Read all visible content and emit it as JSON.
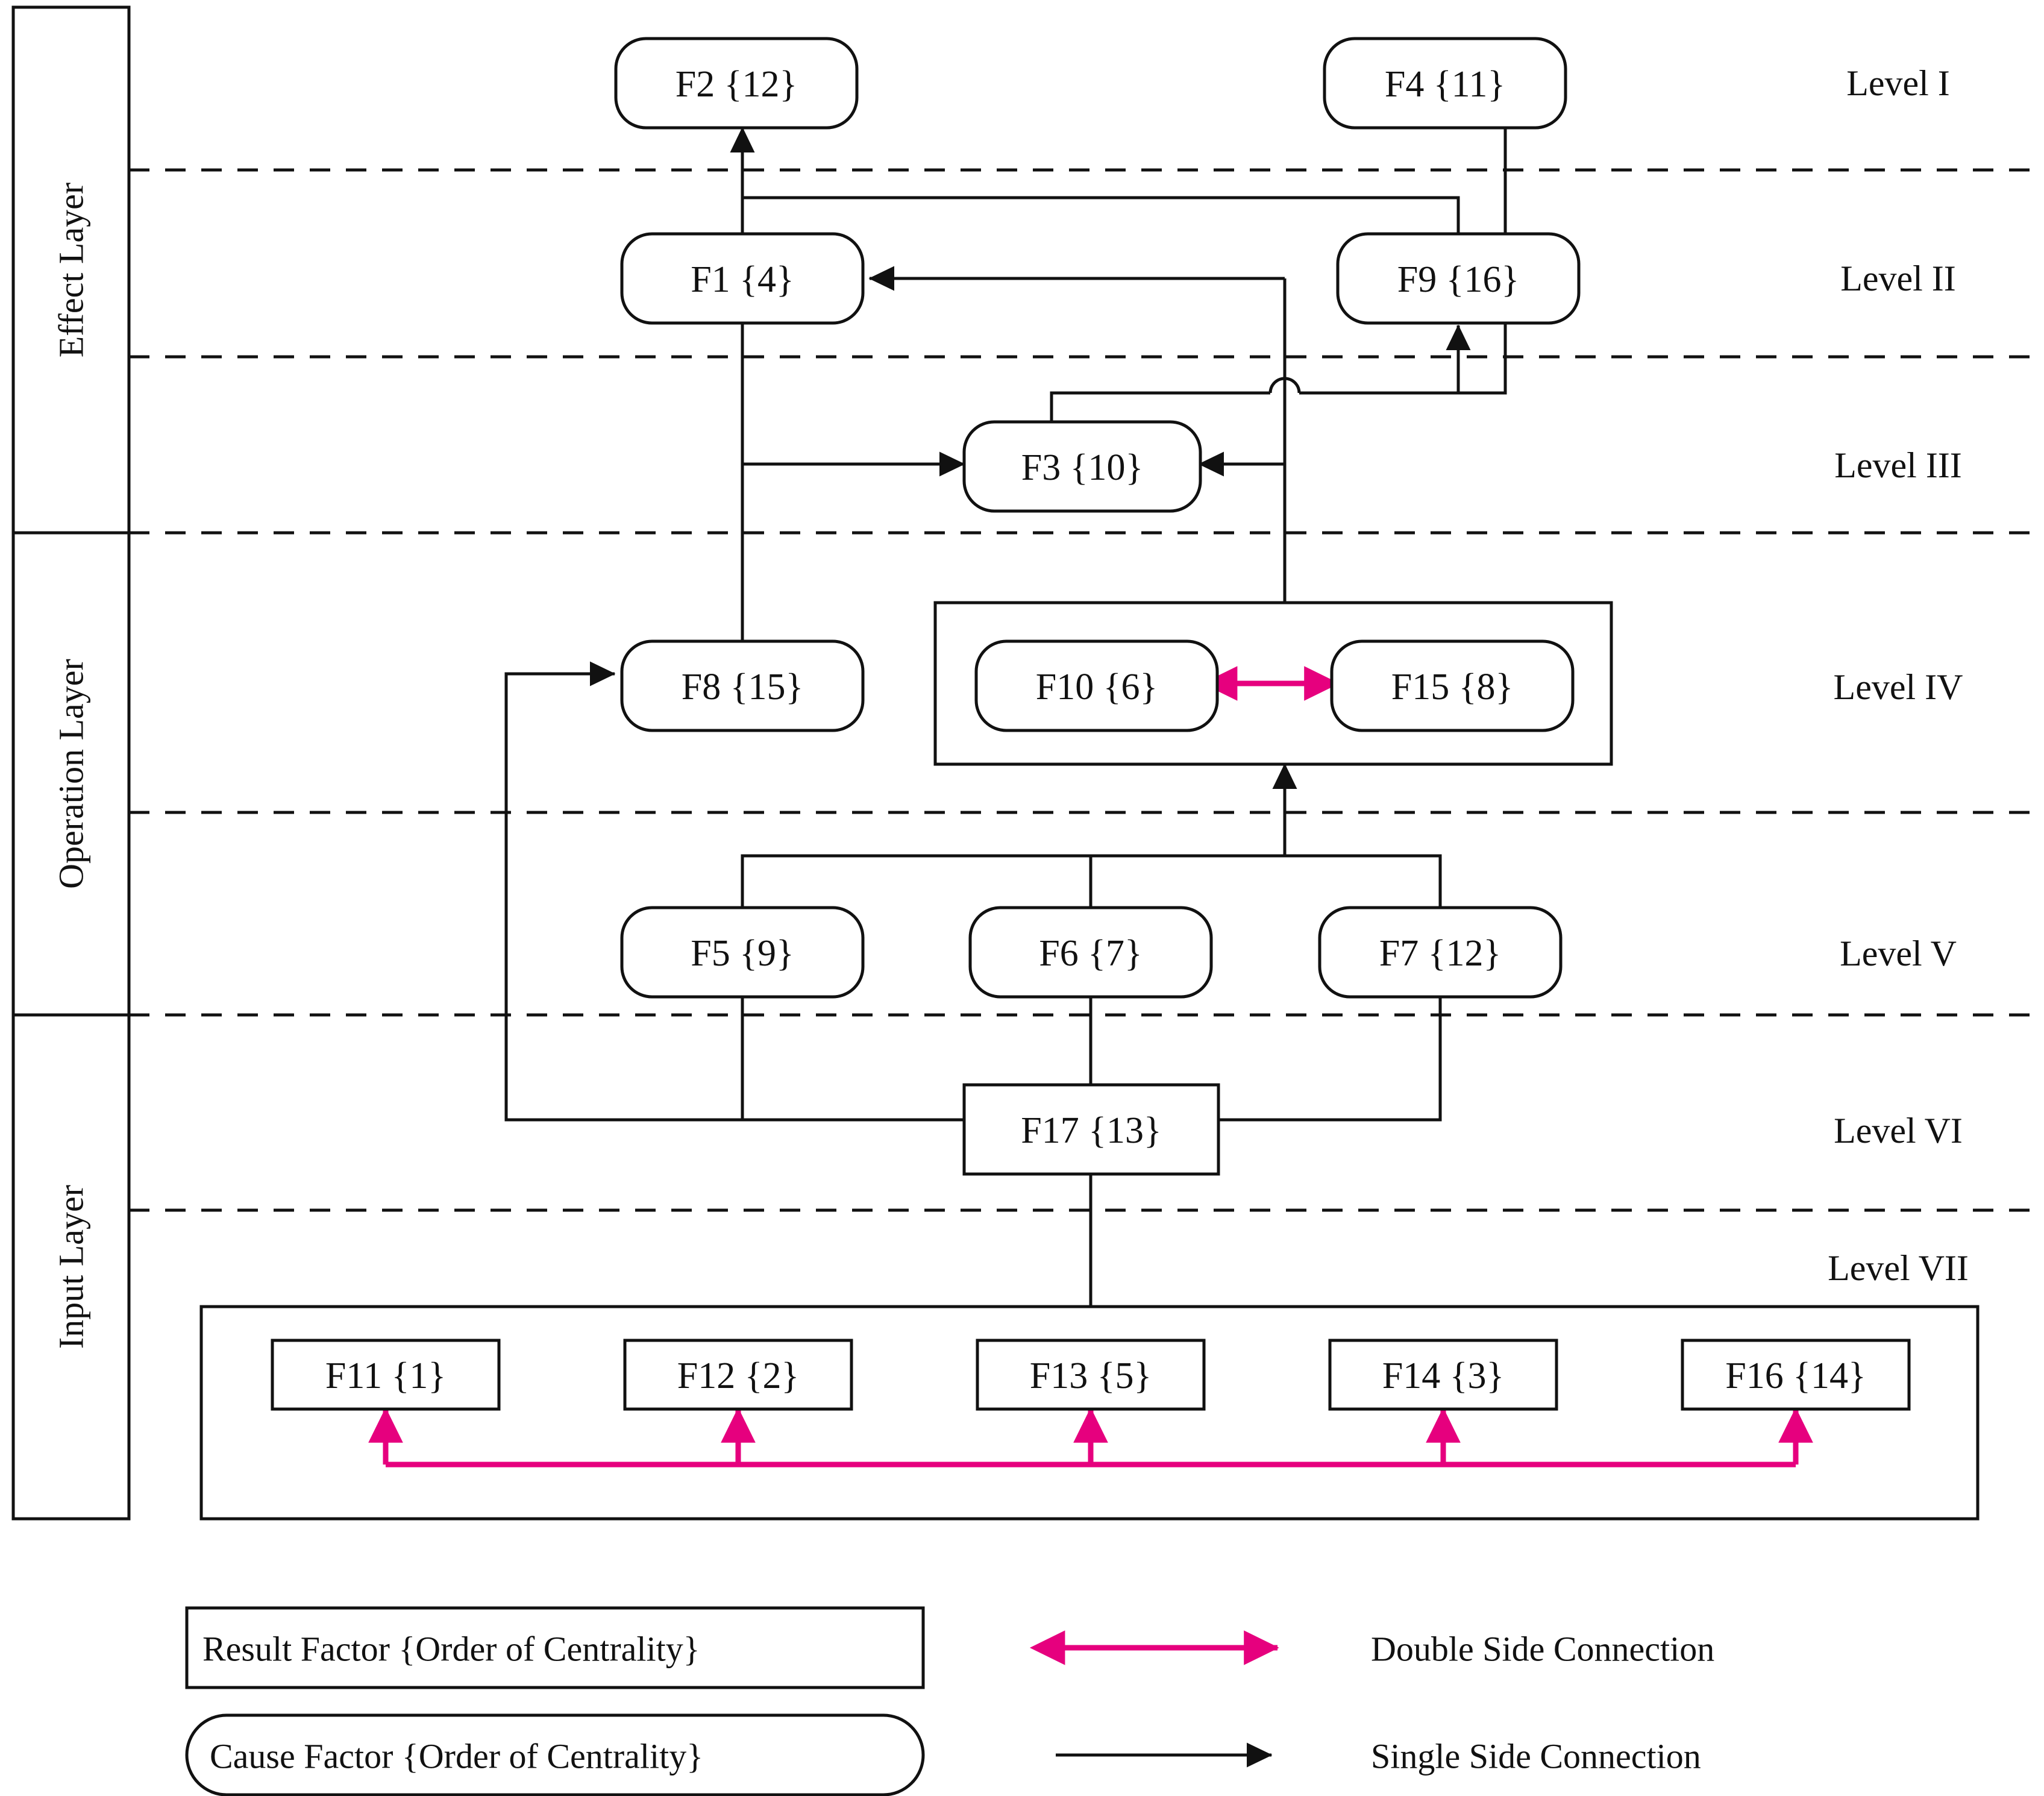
{
  "layers": [
    {
      "id": "effect",
      "label": "Effect Layer"
    },
    {
      "id": "operation",
      "label": "Operation Layer"
    },
    {
      "id": "input",
      "label": "Input Layer"
    }
  ],
  "levels": [
    {
      "id": "l1",
      "label": "Level I"
    },
    {
      "id": "l2",
      "label": "Level II"
    },
    {
      "id": "l3",
      "label": "Level III"
    },
    {
      "id": "l4",
      "label": "Level IV"
    },
    {
      "id": "l5",
      "label": "Level V"
    },
    {
      "id": "l6",
      "label": "Level VI"
    },
    {
      "id": "l7",
      "label": "Level VII"
    }
  ],
  "nodes": [
    {
      "id": "F2",
      "label": "F2 {12}",
      "shape": "rounded",
      "level": "l1"
    },
    {
      "id": "F4",
      "label": "F4 {11}",
      "shape": "rounded",
      "level": "l1"
    },
    {
      "id": "F1",
      "label": "F1 {4}",
      "shape": "rounded",
      "level": "l2"
    },
    {
      "id": "F9",
      "label": "F9 {16}",
      "shape": "rounded",
      "level": "l2"
    },
    {
      "id": "F3",
      "label": "F3 {10}",
      "shape": "rounded",
      "level": "l3"
    },
    {
      "id": "F8",
      "label": "F8 {15}",
      "shape": "rounded",
      "level": "l4"
    },
    {
      "id": "F10",
      "label": "F10 {6}",
      "shape": "rounded",
      "level": "l4"
    },
    {
      "id": "F15",
      "label": "F15 {8}",
      "shape": "rounded",
      "level": "l4"
    },
    {
      "id": "F5",
      "label": "F5 {9}",
      "shape": "rounded",
      "level": "l5"
    },
    {
      "id": "F6",
      "label": "F6 {7}",
      "shape": "rounded",
      "level": "l5"
    },
    {
      "id": "F7",
      "label": "F7 {12}",
      "shape": "rounded",
      "level": "l5"
    },
    {
      "id": "F17",
      "label": "F17 {13}",
      "shape": "rect",
      "level": "l6"
    },
    {
      "id": "F11",
      "label": "F11 {1}",
      "shape": "rect",
      "level": "l7"
    },
    {
      "id": "F12",
      "label": "F12 {2}",
      "shape": "rect",
      "level": "l7"
    },
    {
      "id": "F13",
      "label": "F13 {5}",
      "shape": "rect",
      "level": "l7"
    },
    {
      "id": "F14",
      "label": "F14 {3}",
      "shape": "rect",
      "level": "l7"
    },
    {
      "id": "F16",
      "label": "F16 {14}",
      "shape": "rect",
      "level": "l7"
    }
  ],
  "edges": [
    {
      "from": "F1",
      "to": "F2",
      "type": "single"
    },
    {
      "from": "F9",
      "to": "F2",
      "type": "single"
    },
    {
      "from": "F9",
      "to": "F1",
      "type": "single"
    },
    {
      "from": "F3",
      "to": "F1",
      "type": "single"
    },
    {
      "from": "F8",
      "to": "F1",
      "type": "single"
    },
    {
      "from": "F8",
      "to": "F3",
      "type": "single"
    },
    {
      "from": "F10-group",
      "to": "F3",
      "type": "single"
    },
    {
      "from": "F10-group",
      "to": "F9",
      "type": "single"
    },
    {
      "from": "F10-group",
      "to": "F4",
      "type": "single"
    },
    {
      "from": "F3",
      "to": "F10-group",
      "type": "single"
    },
    {
      "from": "F5",
      "to": "F10-group",
      "type": "single"
    },
    {
      "from": "F6",
      "to": "F10-group",
      "type": "single"
    },
    {
      "from": "F7",
      "to": "F10-group",
      "type": "single"
    },
    {
      "from": "F17",
      "to": "F5",
      "type": "single"
    },
    {
      "from": "F17",
      "to": "F6",
      "type": "single"
    },
    {
      "from": "F17",
      "to": "F7",
      "type": "single"
    },
    {
      "from": "F17",
      "to": "F8",
      "type": "single"
    },
    {
      "from": "input-group",
      "to": "F17",
      "type": "single"
    },
    {
      "from": "F10",
      "to": "F15",
      "type": "double"
    },
    {
      "from": "input-bus",
      "to": "F11",
      "type": "double"
    },
    {
      "from": "input-bus",
      "to": "F12",
      "type": "double"
    },
    {
      "from": "input-bus",
      "to": "F13",
      "type": "double"
    },
    {
      "from": "input-bus",
      "to": "F14",
      "type": "double"
    },
    {
      "from": "input-bus",
      "to": "F16",
      "type": "double"
    }
  ],
  "legend": {
    "result_factor": "Result Factor {Order of Centrality}",
    "cause_factor": "Cause Factor {Order of Centrality}",
    "double_side": "Double Side Connection",
    "single_side": "Single Side Connection"
  },
  "colors": {
    "double_connection": "#E6007E",
    "single_connection": "#111111",
    "background": "#FFFFFF"
  }
}
